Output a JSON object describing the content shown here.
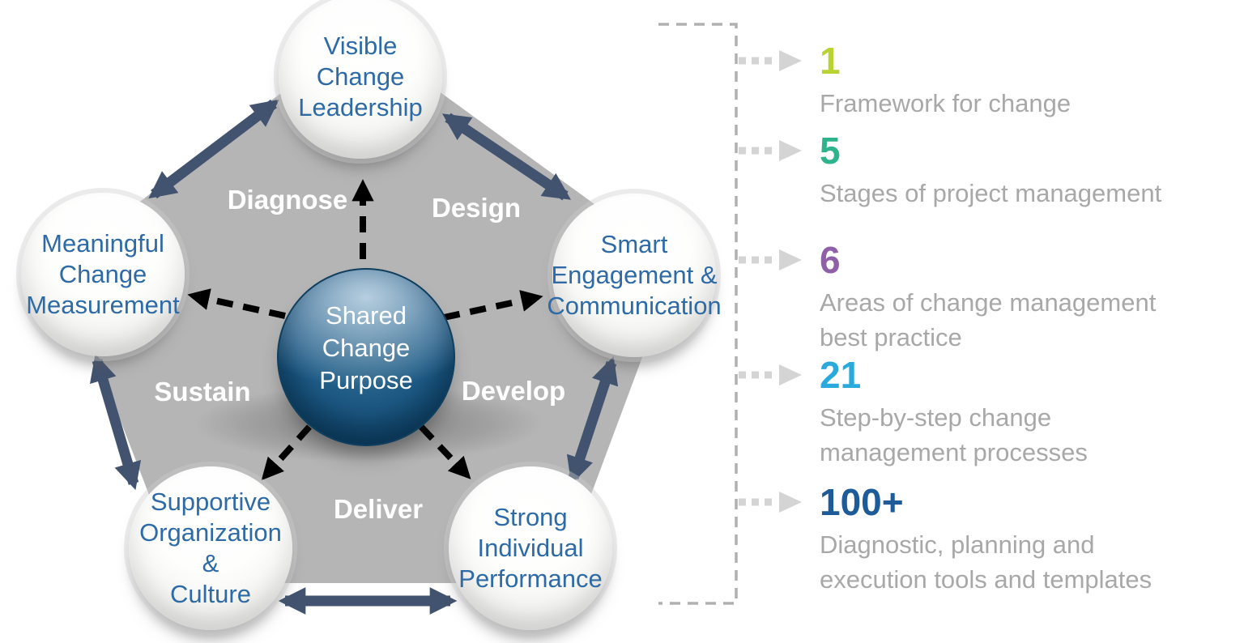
{
  "diagram": {
    "center_node": {
      "lines": [
        "Shared",
        "Change",
        "Purpose"
      ]
    },
    "nodes": {
      "top": {
        "lines": [
          "Visible",
          "Change",
          "Leadership"
        ]
      },
      "left": {
        "lines": [
          "Meaningful",
          "Change",
          "Measurement"
        ]
      },
      "right": {
        "lines": [
          "Smart",
          "Engagement &",
          "Communication"
        ]
      },
      "bottom_left": {
        "lines": [
          "Supportive",
          "Organization &",
          "Culture"
        ]
      },
      "bottom_right": {
        "lines": [
          "Strong",
          "Individual",
          "Performance"
        ]
      }
    },
    "stage_labels": {
      "diagnose": "Diagnose",
      "design": "Design",
      "sustain": "Sustain",
      "develop": "Develop",
      "deliver": "Deliver"
    },
    "colors": {
      "pentagon": "#b5b5b5",
      "edge_arrow": "#42536f",
      "node_text": "#2e6ba6",
      "stage_text": "#ffffff",
      "center_sphere": "#1d5a85",
      "dashed_arrow": "#000000"
    }
  },
  "legend": {
    "items": [
      {
        "number": "1",
        "number_color": "#b9d432",
        "lines": [
          "Framework for change"
        ]
      },
      {
        "number": "5",
        "number_color": "#2eb38d",
        "lines": [
          "Stages of project management"
        ]
      },
      {
        "number": "6",
        "number_color": "#8f5fa8",
        "lines": [
          "Areas of change management",
          "best practice"
        ]
      },
      {
        "number": "21",
        "number_color": "#2aa9dc",
        "lines": [
          "Step-by-step change",
          "management processes"
        ]
      },
      {
        "number": "100+",
        "number_color": "#1e5b99",
        "lines": [
          "Diagnostic, planning and",
          "execution tools and templates"
        ]
      }
    ],
    "text_color": "#a8a8a8",
    "bracket_color": "#b0b0b0",
    "dotted_arrow_color": "#d4d4d4"
  }
}
